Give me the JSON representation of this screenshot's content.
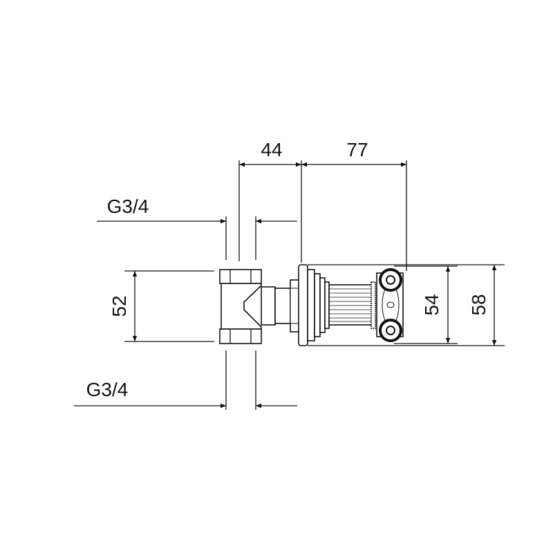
{
  "dimensions": {
    "depth_body": "44",
    "depth_trim": "77",
    "inlet_top": "G3/4",
    "inlet_bottom": "G3/4",
    "body_height": "52",
    "capital_height": "54",
    "overall_height": "58"
  }
}
